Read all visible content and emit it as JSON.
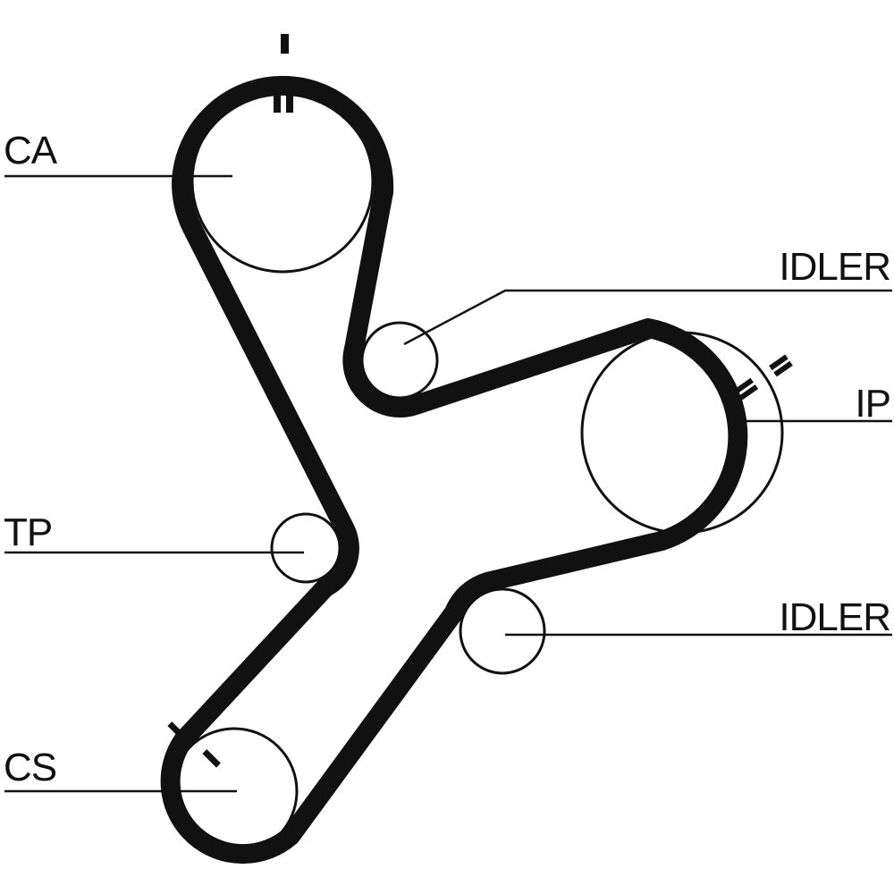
{
  "diagram": {
    "type": "timing-belt-routing",
    "labels": {
      "camshaft": "CA",
      "idler_upper": "IDLER",
      "injection_pump": "IP",
      "tensioner": "TP",
      "idler_lower": "IDLER",
      "crankshaft": "CS"
    },
    "colors": {
      "belt": "#111111",
      "pulley": "#111111",
      "background": "#ffffff"
    }
  }
}
